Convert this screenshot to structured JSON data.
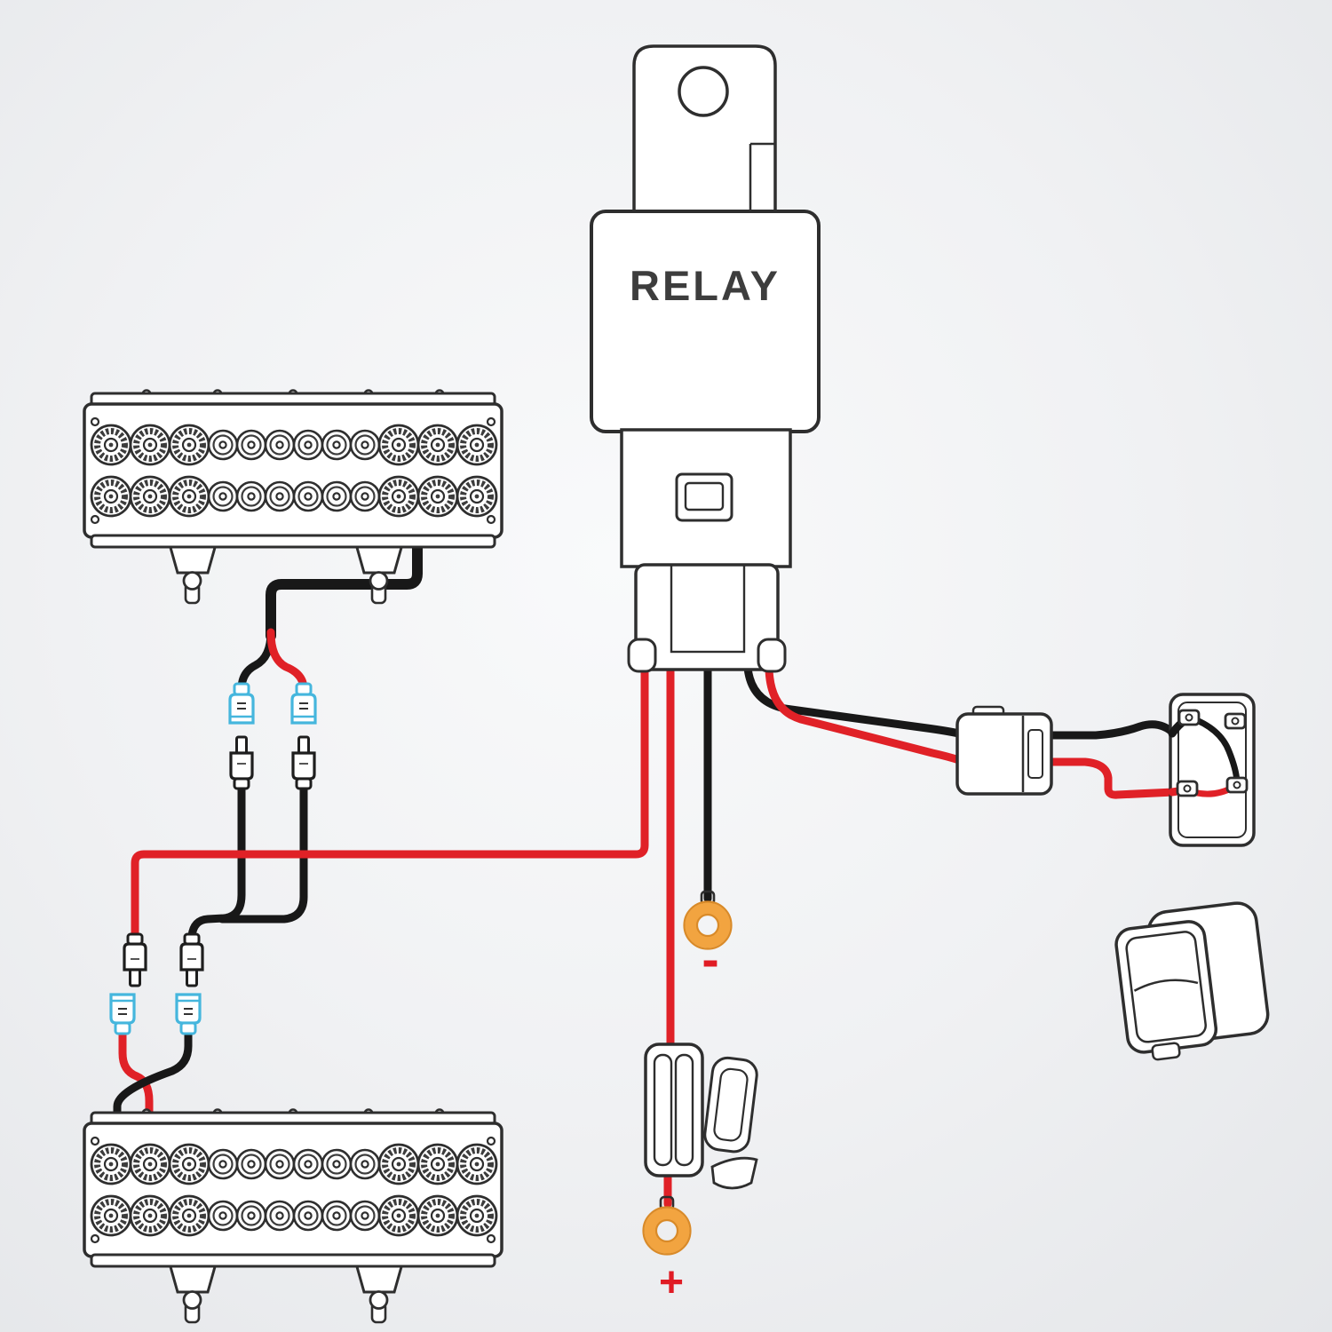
{
  "diagram": {
    "type": "wiring-diagram",
    "relay": {
      "label": "RELAY"
    },
    "battery": {
      "negative_label": "-",
      "positive_label": "+"
    },
    "colors": {
      "outline": "#2e2e2e",
      "wire_red": "#e02127",
      "wire_black": "#181818",
      "terminal_blue": "#45b6dd",
      "ring_orange": "#f2a440",
      "ring_orange_edge": "#d98a28",
      "label_red": "#e01b24",
      "relay_text": "#3d3d3d"
    },
    "components": [
      {
        "id": "led-light-bar-upper",
        "label": "LED light bar"
      },
      {
        "id": "relay",
        "label": "RELAY"
      },
      {
        "id": "wire-connector-plug",
        "label": "2-pin connector"
      },
      {
        "id": "rocker-switch-rear",
        "label": "rocker switch terminals"
      },
      {
        "id": "rocker-switch-front",
        "label": "rocker switch"
      },
      {
        "id": "fuse-holder",
        "label": "inline fuse holder"
      },
      {
        "id": "ring-terminal-negative",
        "label": "-"
      },
      {
        "id": "ring-terminal-positive",
        "label": "+"
      },
      {
        "id": "led-light-bar-lower",
        "label": "LED light bar"
      }
    ]
  }
}
